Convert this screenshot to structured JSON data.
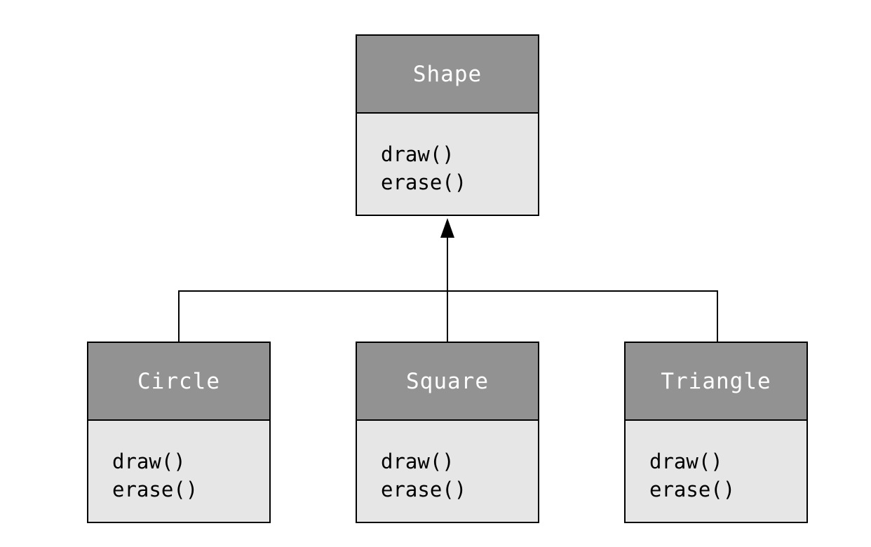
{
  "classes": {
    "shape": {
      "name": "Shape",
      "methods": [
        "draw()",
        "erase()"
      ]
    },
    "circle": {
      "name": "Circle",
      "methods": [
        "draw()",
        "erase()"
      ]
    },
    "square": {
      "name": "Square",
      "methods": [
        "draw()",
        "erase()"
      ]
    },
    "triangle": {
      "name": "Triangle",
      "methods": [
        "draw()",
        "erase()"
      ]
    }
  },
  "relationship": "inheritance",
  "colors": {
    "header": "#929292",
    "body": "#e6e6e6",
    "header_text": "#ffffff",
    "line": "#000000"
  }
}
